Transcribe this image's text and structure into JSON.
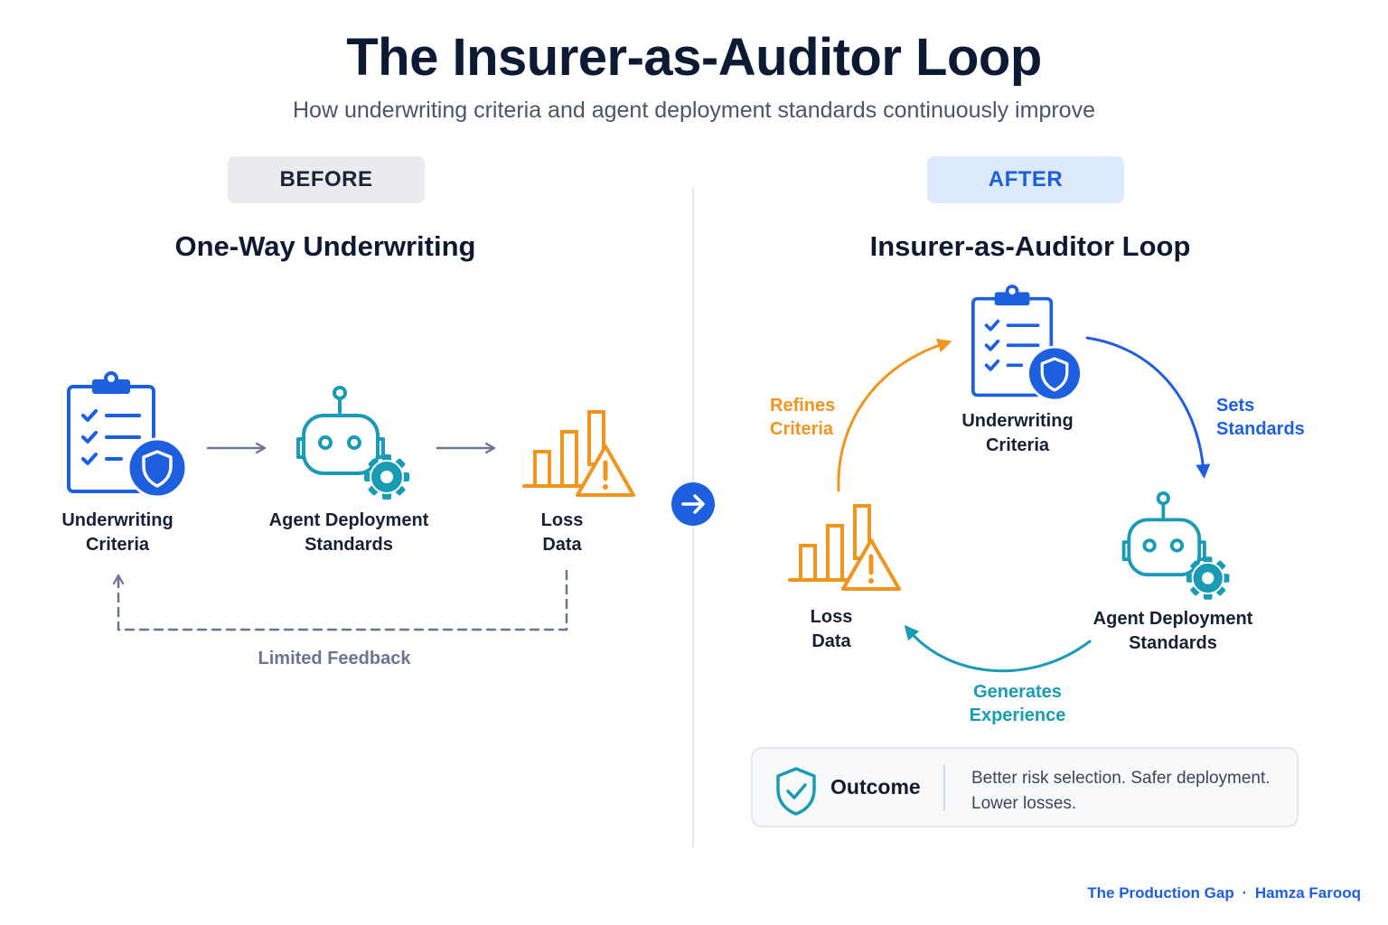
{
  "title": "The Insurer-as-Auditor Loop",
  "subtitle": "How underwriting criteria and agent deployment standards continuously improve",
  "before": {
    "badge": "BEFORE",
    "heading": "One-Way Underwriting",
    "node_underwriting": [
      "Underwriting",
      "Criteria"
    ],
    "node_agent": [
      "Agent Deployment",
      "Standards"
    ],
    "node_loss": [
      "Loss",
      "Data"
    ],
    "feedback_label": "Limited Feedback"
  },
  "after": {
    "badge": "AFTER",
    "heading": "Insurer-as-Auditor Loop",
    "node_underwriting": [
      "Underwriting",
      "Criteria"
    ],
    "node_agent": [
      "Agent Deployment",
      "Standards"
    ],
    "node_loss": [
      "Loss",
      "Data"
    ],
    "edge_sets": [
      "Sets",
      "Standards"
    ],
    "edge_generates": [
      "Generates",
      "Experience"
    ],
    "edge_refines": [
      "Refines",
      "Criteria"
    ]
  },
  "outcome": {
    "title": "Outcome",
    "text": "Better risk selection. Safer deployment. Lower losses."
  },
  "footer": {
    "publication": "The Production Gap",
    "separator": "·",
    "author": "Hamza Farooq"
  },
  "colors": {
    "blue": "#1e5fe0",
    "teal": "#1a9bb5",
    "orange": "#f2951e",
    "slate": "#6b7491"
  },
  "icons": {
    "underwriting": "clipboard-shield-icon",
    "agent": "robot-gear-icon",
    "loss": "bar-chart-warning-icon",
    "transition": "arrow-right-circle-icon",
    "outcome": "shield-check-icon"
  }
}
